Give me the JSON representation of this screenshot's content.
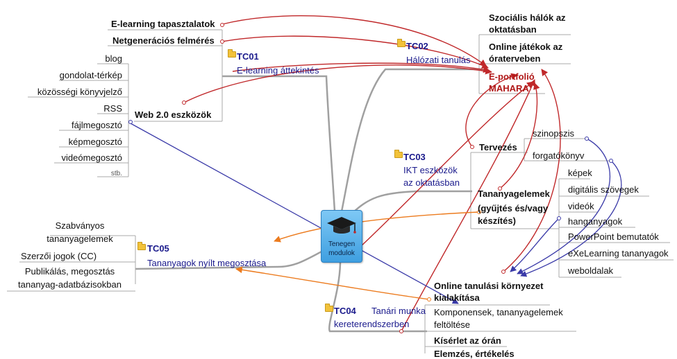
{
  "center": {
    "line1": "Tenegen",
    "line2": "modulok"
  },
  "tc01": {
    "code": "TC01",
    "title": "E-learning áttekintés"
  },
  "tc02": {
    "code": "TC02",
    "title": "Hálózati tanulás"
  },
  "tc03": {
    "code": "TC03",
    "title_line1": "IKT eszközök",
    "title_line2": "az oktatásban"
  },
  "tc04": {
    "code": "TC04",
    "title_line1": "Tanári munka",
    "title_line2": "kereterendszerben"
  },
  "tc05": {
    "code": "TC05",
    "title": "Tananyagok nyílt megosztása"
  },
  "left_top": {
    "experiences": "E-learning tapasztalatok",
    "survey": "Netgenerációs felmérés"
  },
  "web20": {
    "label": "Web 2.0 eszközök",
    "items": [
      "blog",
      "gondolat-térkép",
      "közösségi könyvjelző",
      "RSS",
      "fájlmegosztó",
      "képmegosztó",
      "videómegosztó"
    ],
    "etc": "stb."
  },
  "tc02_items": {
    "social_line1": "Szociális hálók az",
    "social_line2": "oktatásban",
    "games_line1": "Online játékok az",
    "games_line2": "óraterveben",
    "eportfolio_line1": "E-portfolió",
    "eportfolio_line2": "MAHARA"
  },
  "tc03_items": {
    "planning": "Tervezés",
    "planning_sub": [
      "szinopszis",
      "forgatókönyv"
    ],
    "materials_line1": "Tananyagelemek",
    "materials_line2": "(gyűjtés és/vagy",
    "materials_line3": "készítés)",
    "materials_sub": [
      "képek",
      "digitális szövegek",
      "videók",
      "hanganyagok",
      "PowerPoint bemutatók",
      "eXeLearning tananyagok",
      "weboldalak"
    ]
  },
  "tc04_items": {
    "env_line1": "Online tanulási környezet",
    "env_line2": "kialakítása",
    "upload_line1": "Komponensek, tananyagelemek",
    "upload_line2": "feltöltése",
    "experiment": "Kísérlet az órán",
    "analysis": "Elemzés, értékelés"
  },
  "tc05_items": {
    "std_line1": "Szabványos",
    "std_line2": "tananyagelemek",
    "copyright": "Szerzői jogok (CC)",
    "pub_line1": "Publikálás, megosztás",
    "pub_line2": "tananyag-adatbázisokban"
  },
  "colors": {
    "node_blue": "#1a1a8c",
    "red_link": "#c0282a",
    "blue_link": "#3a3aa8",
    "orange_link": "#ec7b1e",
    "branch_gray": "#8c8c8c",
    "center_fill": "#5ab4ee",
    "folder": "#f2c23a"
  }
}
